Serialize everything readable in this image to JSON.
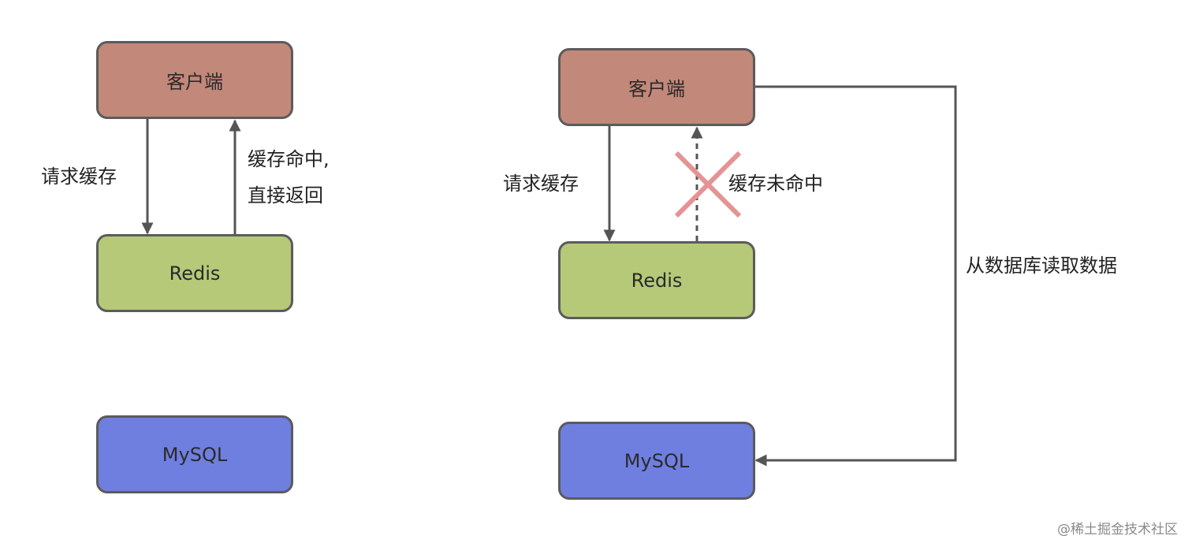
{
  "colors": {
    "client": "#c2887a",
    "redis": "#b5c978",
    "mysql": "#6f7fe0",
    "border": "#5b5b5b",
    "arrow": "#555555",
    "cross": "#e59393"
  },
  "left": {
    "client": "客户端",
    "redis": "Redis",
    "mysql": "MySQL",
    "request_label": "请求缓存",
    "hit_label_line1": "缓存命中,",
    "hit_label_line2": "直接返回"
  },
  "right": {
    "client": "客户端",
    "redis": "Redis",
    "mysql": "MySQL",
    "request_label": "请求缓存",
    "miss_label": "缓存未命中",
    "db_label": "从数据库读取数据"
  },
  "watermark": "@稀土掘金技术社区"
}
